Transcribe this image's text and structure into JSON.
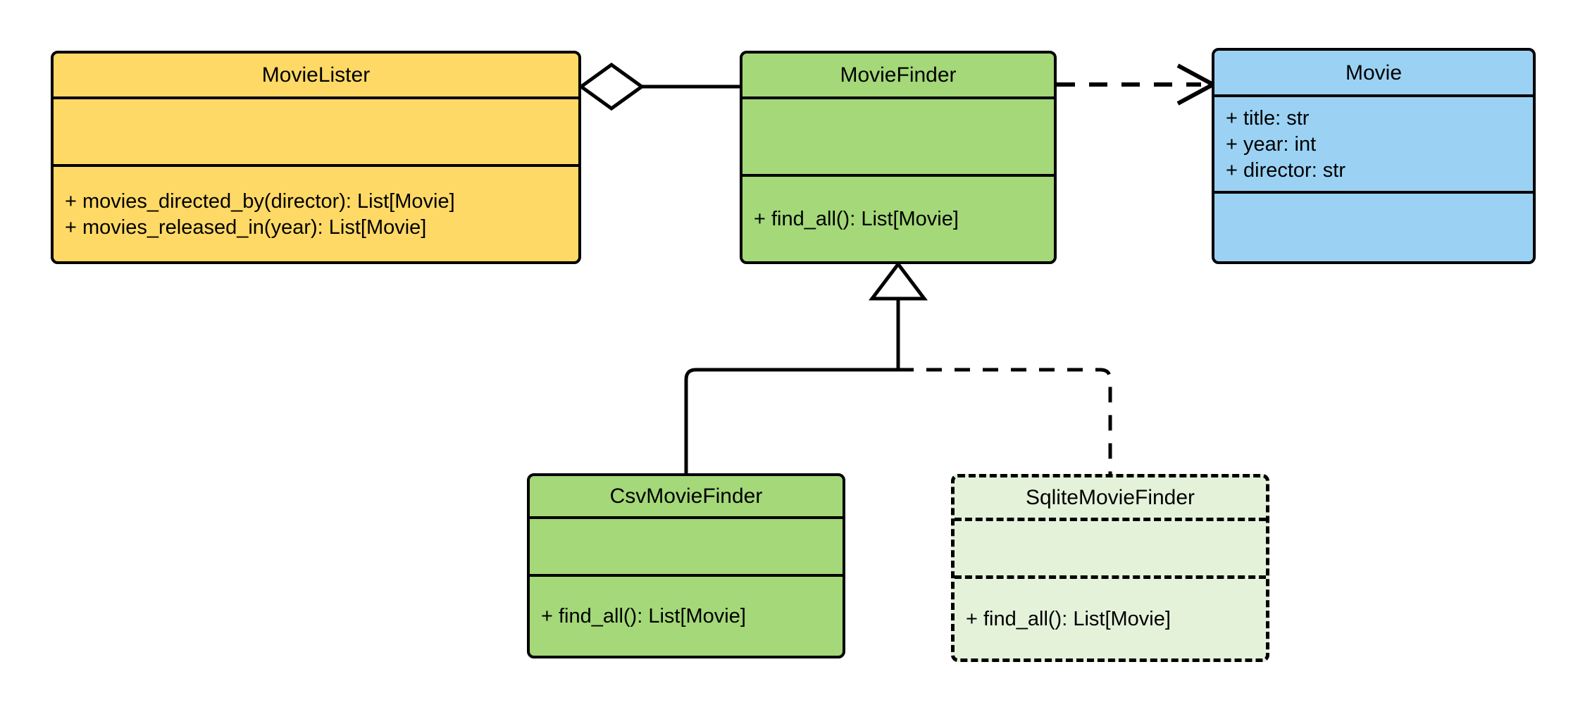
{
  "diagram": {
    "kind": "uml-class-diagram",
    "background": "#ffffff",
    "line_color": "#000000"
  },
  "palette": {
    "yellow": "#ffd966",
    "green": "#a4d878",
    "blue": "#9bd2f4",
    "pale_green": "#e4f2da",
    "stroke": "#000000"
  },
  "classes": {
    "movie_lister": {
      "name": "MovieLister",
      "fill": "#ffd966",
      "attributes": [],
      "methods": [
        "+ movies_directed_by(director): List[Movie]",
        "+ movies_released_in(year): List[Movie]"
      ]
    },
    "movie_finder": {
      "name": "MovieFinder",
      "fill": "#a4d878",
      "attributes": [],
      "methods": [
        "+ find_all(): List[Movie]"
      ]
    },
    "movie": {
      "name": "Movie",
      "fill": "#9bd2f4",
      "attributes": [
        "+ title: str",
        "+ year: int",
        "+ director: str"
      ],
      "methods": []
    },
    "csv_movie_finder": {
      "name": "CsvMovieFinder",
      "fill": "#a4d878",
      "attributes": [],
      "methods": [
        "+ find_all(): List[Movie]"
      ]
    },
    "sqlite_movie_finder": {
      "name": "SqliteMovieFinder",
      "fill": "#e4f2da",
      "style": "dashed",
      "attributes": [],
      "methods": [
        "+ find_all(): List[Movie]"
      ]
    }
  },
  "relationships": [
    {
      "id": "aggregation-movielister-moviefinder",
      "type": "aggregation",
      "from": "MovieLister",
      "to": "MovieFinder",
      "line": "solid",
      "source_marker": "hollow-diamond"
    },
    {
      "id": "dependency-moviefinder-movie",
      "type": "dependency",
      "from": "MovieFinder",
      "to": "Movie",
      "line": "dashed",
      "target_marker": "open-arrow"
    },
    {
      "id": "inheritance-csvmoviefinder-moviefinder",
      "type": "generalization",
      "from": "CsvMovieFinder",
      "to": "MovieFinder",
      "line": "solid",
      "target_marker": "hollow-triangle"
    },
    {
      "id": "inheritance-sqlitemoviefinder-moviefinder",
      "type": "generalization",
      "from": "SqliteMovieFinder",
      "to": "MovieFinder",
      "line": "dashed",
      "target_marker": "hollow-triangle"
    }
  ]
}
